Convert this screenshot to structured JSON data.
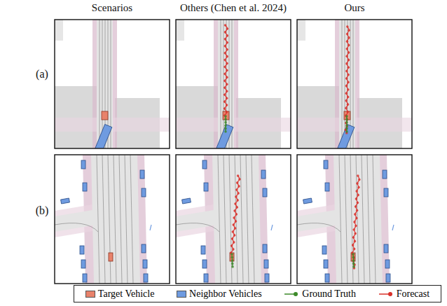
{
  "diagram": {
    "labels": [
      "Scenarios",
      "Others (Chen et al. 2024)",
      "Ours",
      "(a)",
      "(b)"
    ],
    "legend": [
      {
        "text": "Target Vehicle",
        "color": "#e8826b"
      },
      {
        "text": "Neighbor Vehicles",
        "color": "#6f9be0"
      },
      {
        "text": "Ground Truth"
      },
      {
        "text": "Forecast"
      }
    ]
  }
}
